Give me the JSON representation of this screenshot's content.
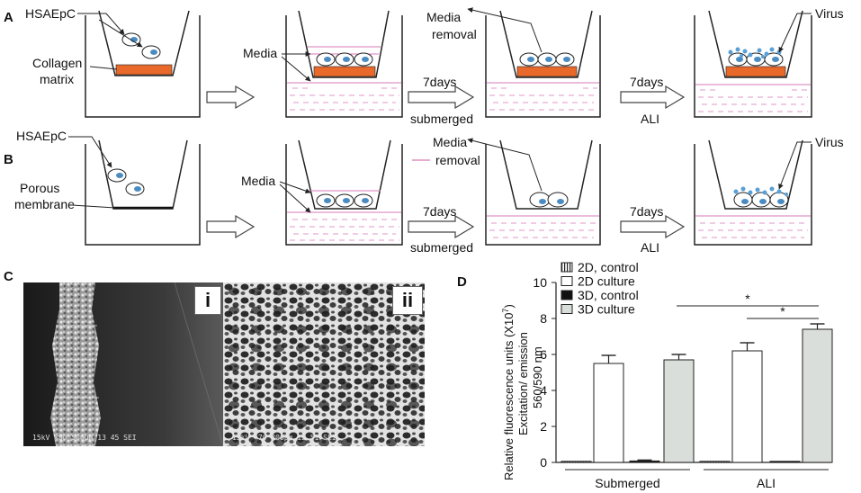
{
  "panels": {
    "A": "A",
    "B": "B",
    "C": "C",
    "D": "D"
  },
  "labels": {
    "hsaepc": "HSAEpC",
    "collagen": "Collagen",
    "matrix": "matrix",
    "media": "Media",
    "media_removal_1": "Media",
    "media_removal_2": "removal",
    "virus": "Virus",
    "days7": "7days",
    "submerged": "submerged",
    "ali": "ALI",
    "porous": "Porous",
    "membrane": "membrane"
  },
  "sem": {
    "panel_i": "i",
    "panel_ii": "ii",
    "scale_i": "15kV   ×50 500µm   13 45 SEI",
    "scale_ii": "15kV   ×70 200µm   12 51 SEI"
  },
  "colors": {
    "collagen": "#e8692a",
    "media_line": "#d77ab8",
    "cell_nucleus": "#4a8bc2",
    "virus": "#5aa0d8",
    "bar_3d": "#d9dedb",
    "bar_2d": "#ffffff"
  },
  "chart_data": {
    "type": "bar",
    "ylabel_1": "Relative fluorescence units (X10",
    "ylabel_sup": "7",
    "ylabel_1_end": ")",
    "ylabel_2": "Excitation/ emission",
    "ylabel_3": "560/590 nm",
    "ylim": [
      0,
      10
    ],
    "yticks": [
      "0",
      "2",
      "4",
      "6",
      "8",
      "10"
    ],
    "categories": [
      "Submerged",
      "ALI"
    ],
    "series": [
      {
        "name": "2D, control",
        "values": [
          0.02,
          0.02
        ],
        "errors": [
          0,
          0
        ]
      },
      {
        "name": "2D culture",
        "values": [
          5.5,
          6.2
        ],
        "errors": [
          0.45,
          0.45
        ]
      },
      {
        "name": "3D, control",
        "values": [
          0.08,
          0.03
        ],
        "errors": [
          0.05,
          0
        ]
      },
      {
        "name": "3D culture",
        "values": [
          5.7,
          7.4
        ],
        "errors": [
          0.3,
          0.3
        ]
      }
    ],
    "significance": [
      "*",
      "*"
    ]
  }
}
